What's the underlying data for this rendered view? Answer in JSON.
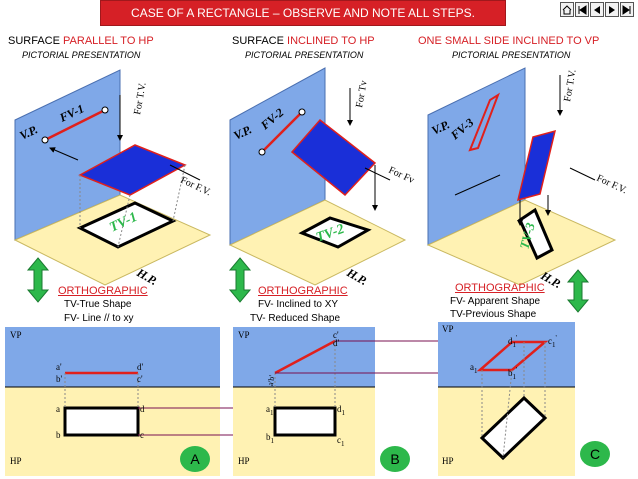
{
  "title": "CASE OF A RECTANGLE – OBSERVE AND NOTE ALL STEPS.",
  "nav": {
    "home": "home-icon",
    "first": "first-icon",
    "prev": "prev-icon",
    "next": "next-icon",
    "last": "last-icon"
  },
  "cases": [
    {
      "head_prefix": "SURFACE ",
      "head_highlight": "PARALLEL TO HP",
      "head_suffix": "",
      "sub": "PICTORIAL PRESENTATION",
      "ortho": "ORTHOGRAPHIC",
      "line1": "TV-True Shape",
      "line2": "FV- Line // to xy",
      "badge": "A"
    },
    {
      "head_prefix": "SURFACE ",
      "head_highlight": "INCLINED TO HP",
      "head_suffix": "",
      "sub": "PICTORIAL PRESENTATION",
      "ortho": "ORTHOGRAPHIC",
      "line1": "FV- Inclined to XY",
      "line2": "TV- Reduced Shape",
      "badge": "B"
    },
    {
      "head_prefix": "",
      "head_highlight": "ONE SMALL SIDE INCLINED TO VP",
      "head_suffix": "",
      "sub": "PICTORIAL PRESENTATION",
      "ortho": "ORTHOGRAPHIC",
      "line1": "FV- Apparent Shape",
      "line2": "TV-Previous Shape",
      "badge": "C"
    }
  ],
  "pictorial": {
    "vp": "V.P.",
    "hp": "H.P.",
    "fv": [
      "FV-1",
      "FV-2",
      "FV-3"
    ],
    "tv": [
      "TV-1",
      "TV-2",
      "TV-3"
    ],
    "for_tv": [
      "For T.V.",
      "For Tv",
      "For T.V."
    ],
    "for_fv": [
      "For F.V.",
      "For Fv",
      "For F.V."
    ]
  },
  "ortho_labels": {
    "vp": "VP",
    "hp": "HP",
    "a1": {
      "a_": "a'",
      "b_": "b'",
      "d_": "d'",
      "c_": "c'",
      "a": "a",
      "b": "b",
      "d": "d",
      "c": "c"
    },
    "a2": {
      "top": "c'",
      "top2": "d'",
      "bot": "a'b'",
      "a1": "a",
      "d1": "d",
      "b1": "b",
      "c1": "c",
      "sub": "1"
    },
    "a3": {
      "d": "d",
      "c": "c",
      "a": "a",
      "b": "b",
      "sub": "1",
      "sup": "'"
    }
  },
  "colors": {
    "vp": "#7fa8e8",
    "hp": "#fff2b3",
    "blue": "#1a2fd8",
    "red": "#e0201c",
    "green": "#2db84b",
    "purple": "#7a1050"
  }
}
